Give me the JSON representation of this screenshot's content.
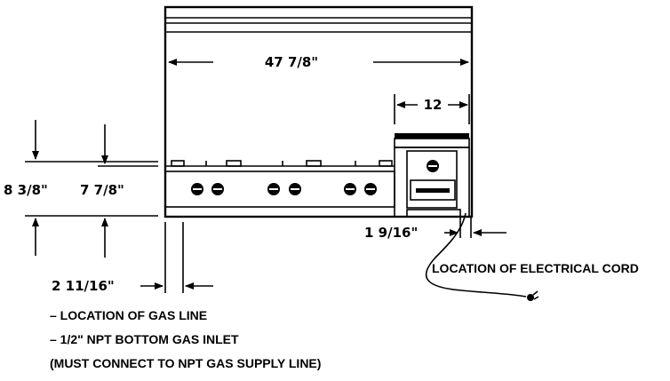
{
  "dimensions": {
    "width_overall": "47 7/8\"",
    "side_section_width": "12",
    "height_outer": "8 3/8\"",
    "height_inner": "7 7/8\"",
    "gas_line_offset": "2 11/16\"",
    "cord_offset": "1 9/16\""
  },
  "labels": {
    "electrical_cord": "LOCATION OF ELECTRICAL CORD"
  },
  "notes": [
    "– LOCATION OF GAS LINE",
    "– 1/2\" NPT BOTTOM GAS INLET",
    "(MUST CONNECT TO NPT GAS SUPPLY LINE)"
  ]
}
